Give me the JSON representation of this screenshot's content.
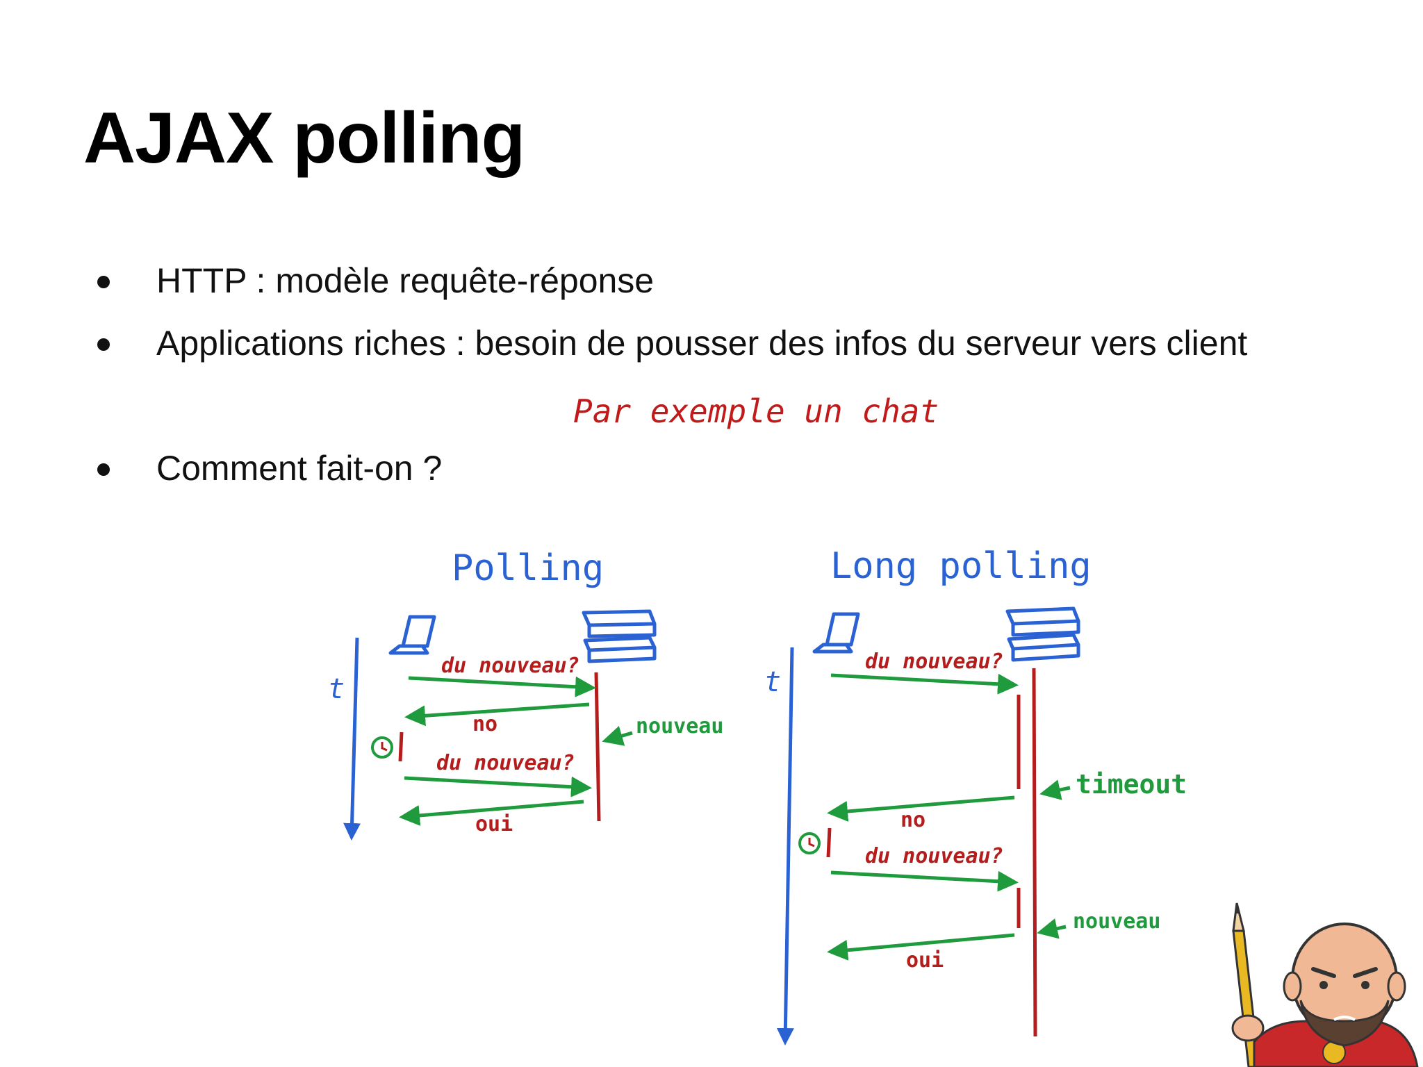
{
  "slide": {
    "title": "AJAX polling",
    "bullets": [
      {
        "text": "HTTP : modèle requête-réponse"
      },
      {
        "text": "Applications riches : besoin de pousser des infos du serveur vers client"
      },
      {
        "text": "Comment fait-on ?"
      }
    ],
    "example_note": "Par exemple un chat"
  },
  "diagram": {
    "polling": {
      "title": "Polling",
      "time_label": "t",
      "request_1": "du nouveau?",
      "response_1": "no",
      "server_event": "nouveau",
      "request_2": "du nouveau?",
      "response_2": "oui"
    },
    "long_polling": {
      "title": "Long polling",
      "time_label": "t",
      "request_1": "du nouveau?",
      "timeout_label": "timeout",
      "response_1": "no",
      "request_2": "du nouveau?",
      "server_event": "nouveau",
      "response_2": "oui"
    },
    "colors": {
      "client": "#2a62d4",
      "server": "#b51d1d",
      "arrow": "#1f9a3c",
      "note": "#c01a1a"
    }
  }
}
